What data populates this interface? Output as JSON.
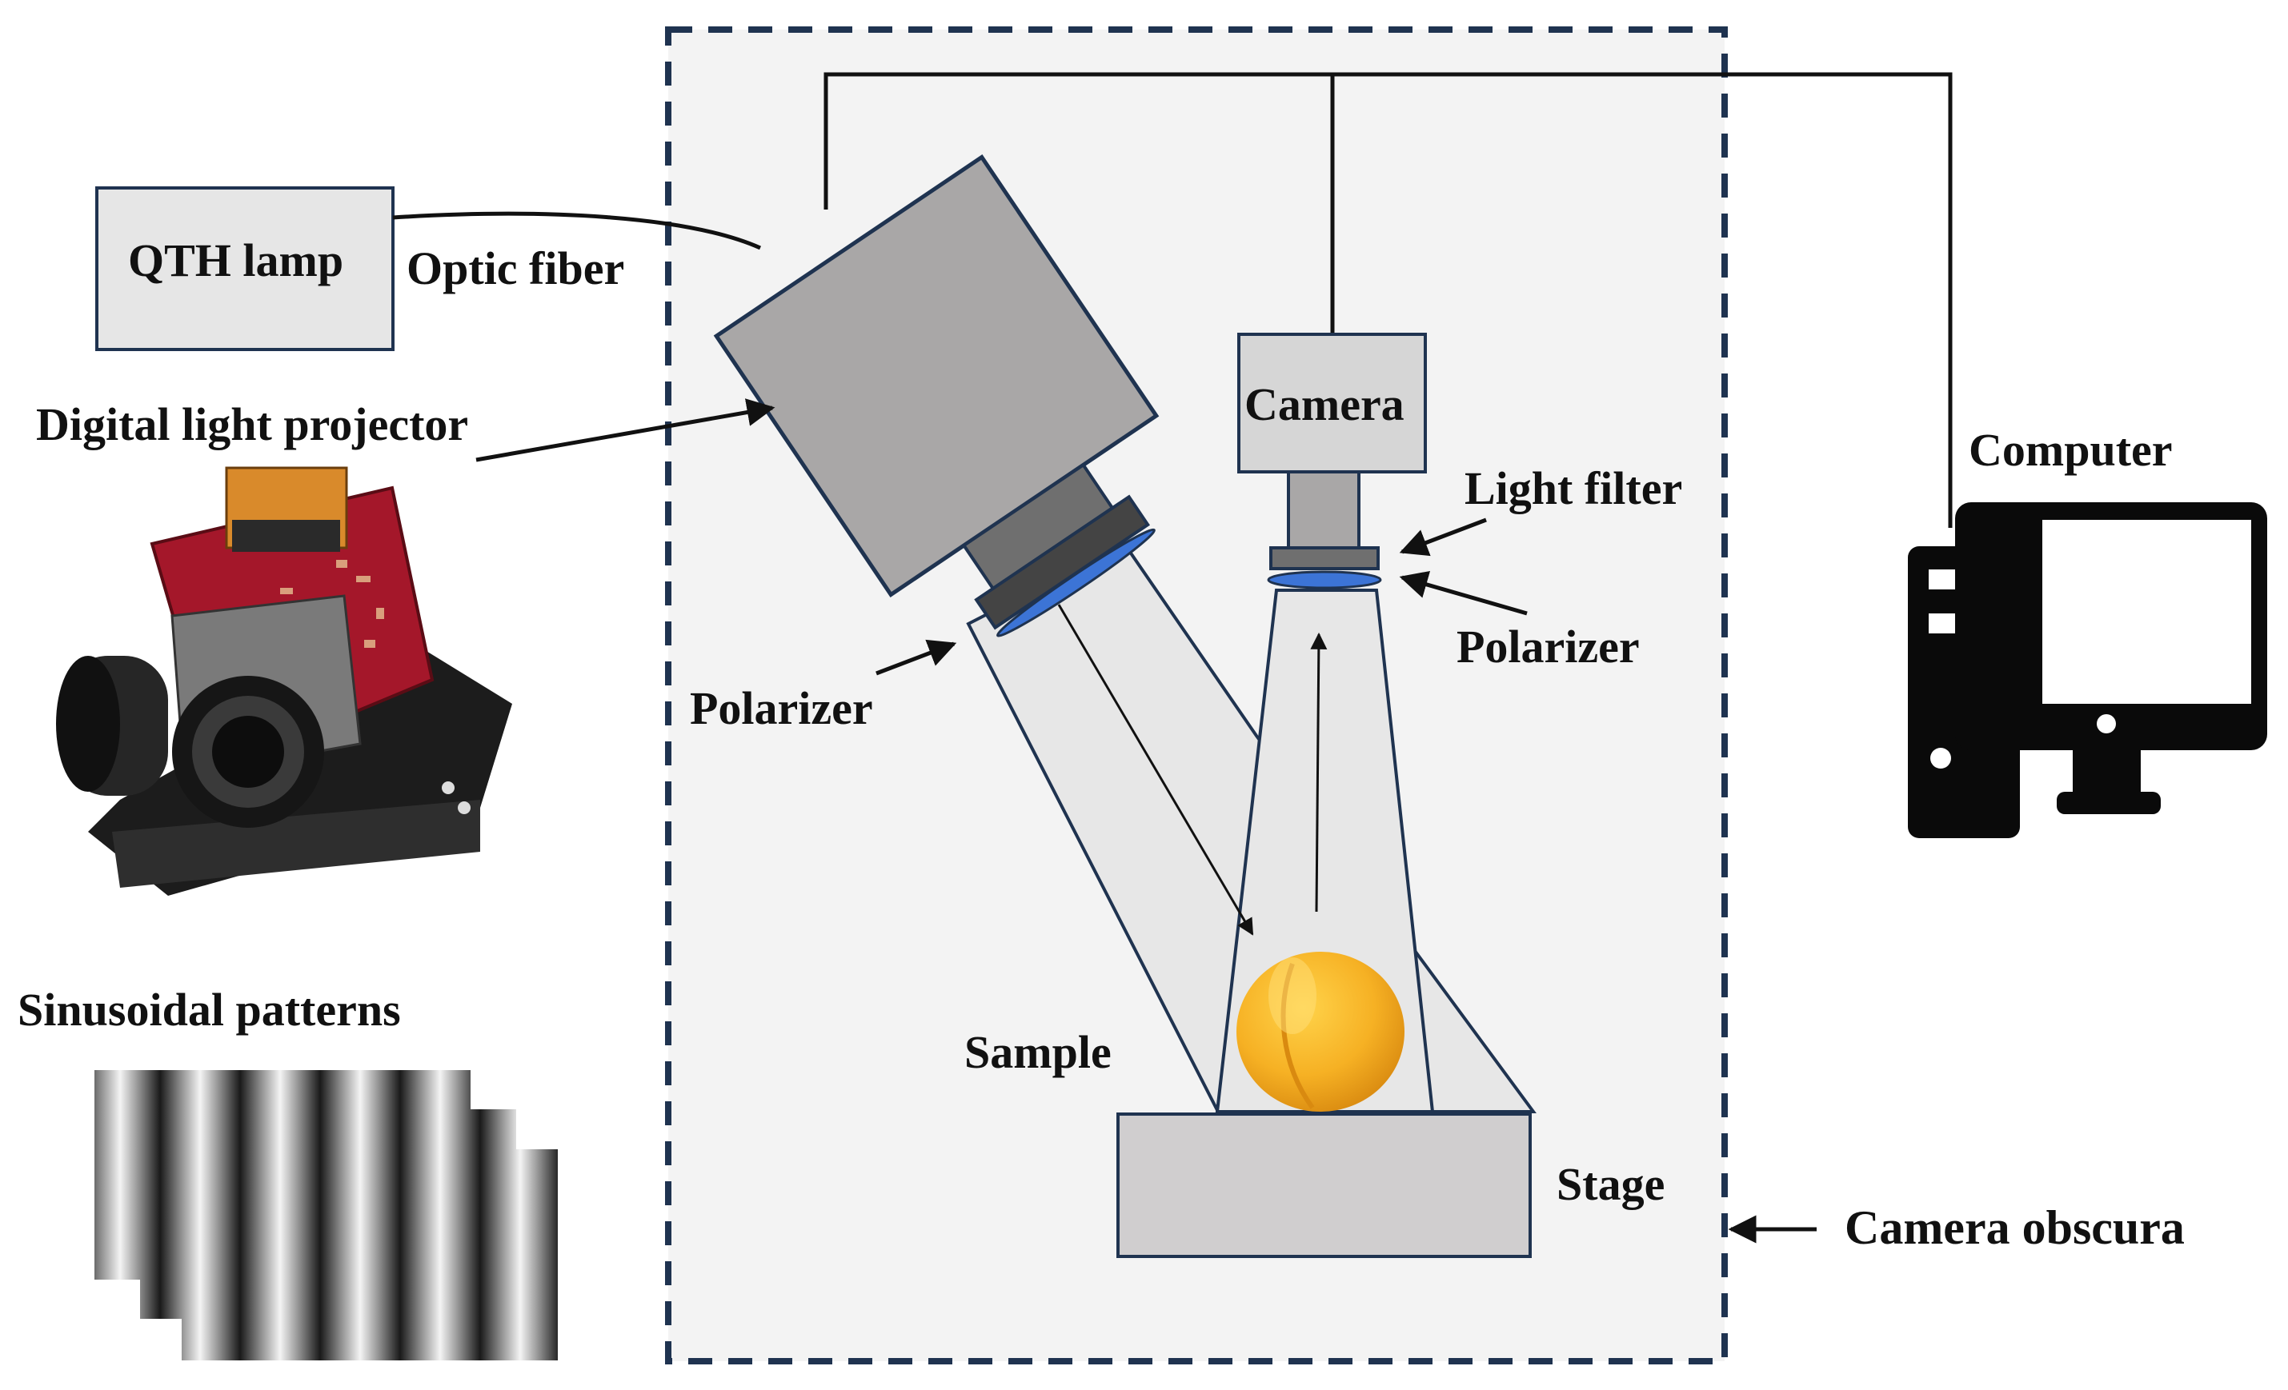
{
  "labels": {
    "qth_lamp": "QTH lamp",
    "optic_fiber": "Optic fiber",
    "digital_light_projector": "Digital light projector",
    "sinusoidal_patterns": "Sinusoidal patterns",
    "polarizer_left": "Polarizer",
    "camera": "Camera",
    "light_filter": "Light filter",
    "polarizer_right": "Polarizer",
    "sample": "Sample",
    "stage": "Stage",
    "camera_obscura": "Camera obscura",
    "computer": "Computer"
  },
  "colors": {
    "enclosure_border": "#1f3350",
    "enclosure_fill": "#f3f3f3",
    "projector_body": "#a9a7a7",
    "projector_lens": "#6f6f6f",
    "polarizer_blue": "#3c74d6",
    "camera_body": "#d6d6d6",
    "stage_fill": "#d0cecf",
    "sample_yellow": "#f5b12a",
    "computer_black": "#0a0a0a",
    "pcb_red": "#a4172a"
  },
  "icons": {
    "computer": "desktop-computer-icon",
    "sample": "peach-sample",
    "projector_photo": "dlp-projector-photo"
  }
}
